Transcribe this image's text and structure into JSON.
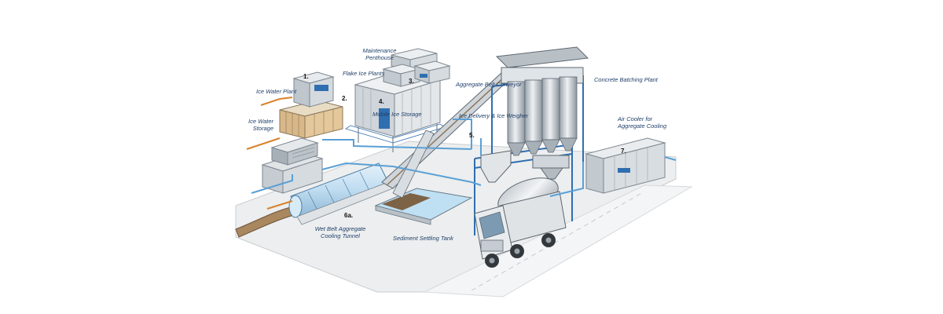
{
  "labels": {
    "maintenance_penthouse": "Maintenance\nPenthouse",
    "flake_ice_plants": "Flake Ice Plants",
    "aggregate_belt_conveyor": "Aggregate Belt Conveyor",
    "concrete_batching_plant": "Concrete Batching Plant",
    "ice_water_plant": "Ice Water Plant",
    "ice_water_storage": "Ice Water\nStorage",
    "mobile_ice_storage": "Mobile Ice Storage",
    "ice_delivery_weigher": "Ice Delivery & Ice Weigher",
    "air_cooler": "Air Cooler for\nAggregate Cooling",
    "wet_belt_tunnel": "Wet Belt Aggregate\nCooling Tunnel",
    "sediment_tank": "Sediment Settling Tank"
  },
  "numbers": {
    "n1": "1.",
    "n2": "2.",
    "n3": "3.",
    "n4": "4.",
    "n5": "5.",
    "n6a": "6a.",
    "n7": "7."
  },
  "colors": {
    "pipe_blue": "#5aa0d6",
    "pipe_orange": "#d9822b",
    "label_text": "#1f3f6a",
    "steel_frame": "#2f6fb0"
  }
}
